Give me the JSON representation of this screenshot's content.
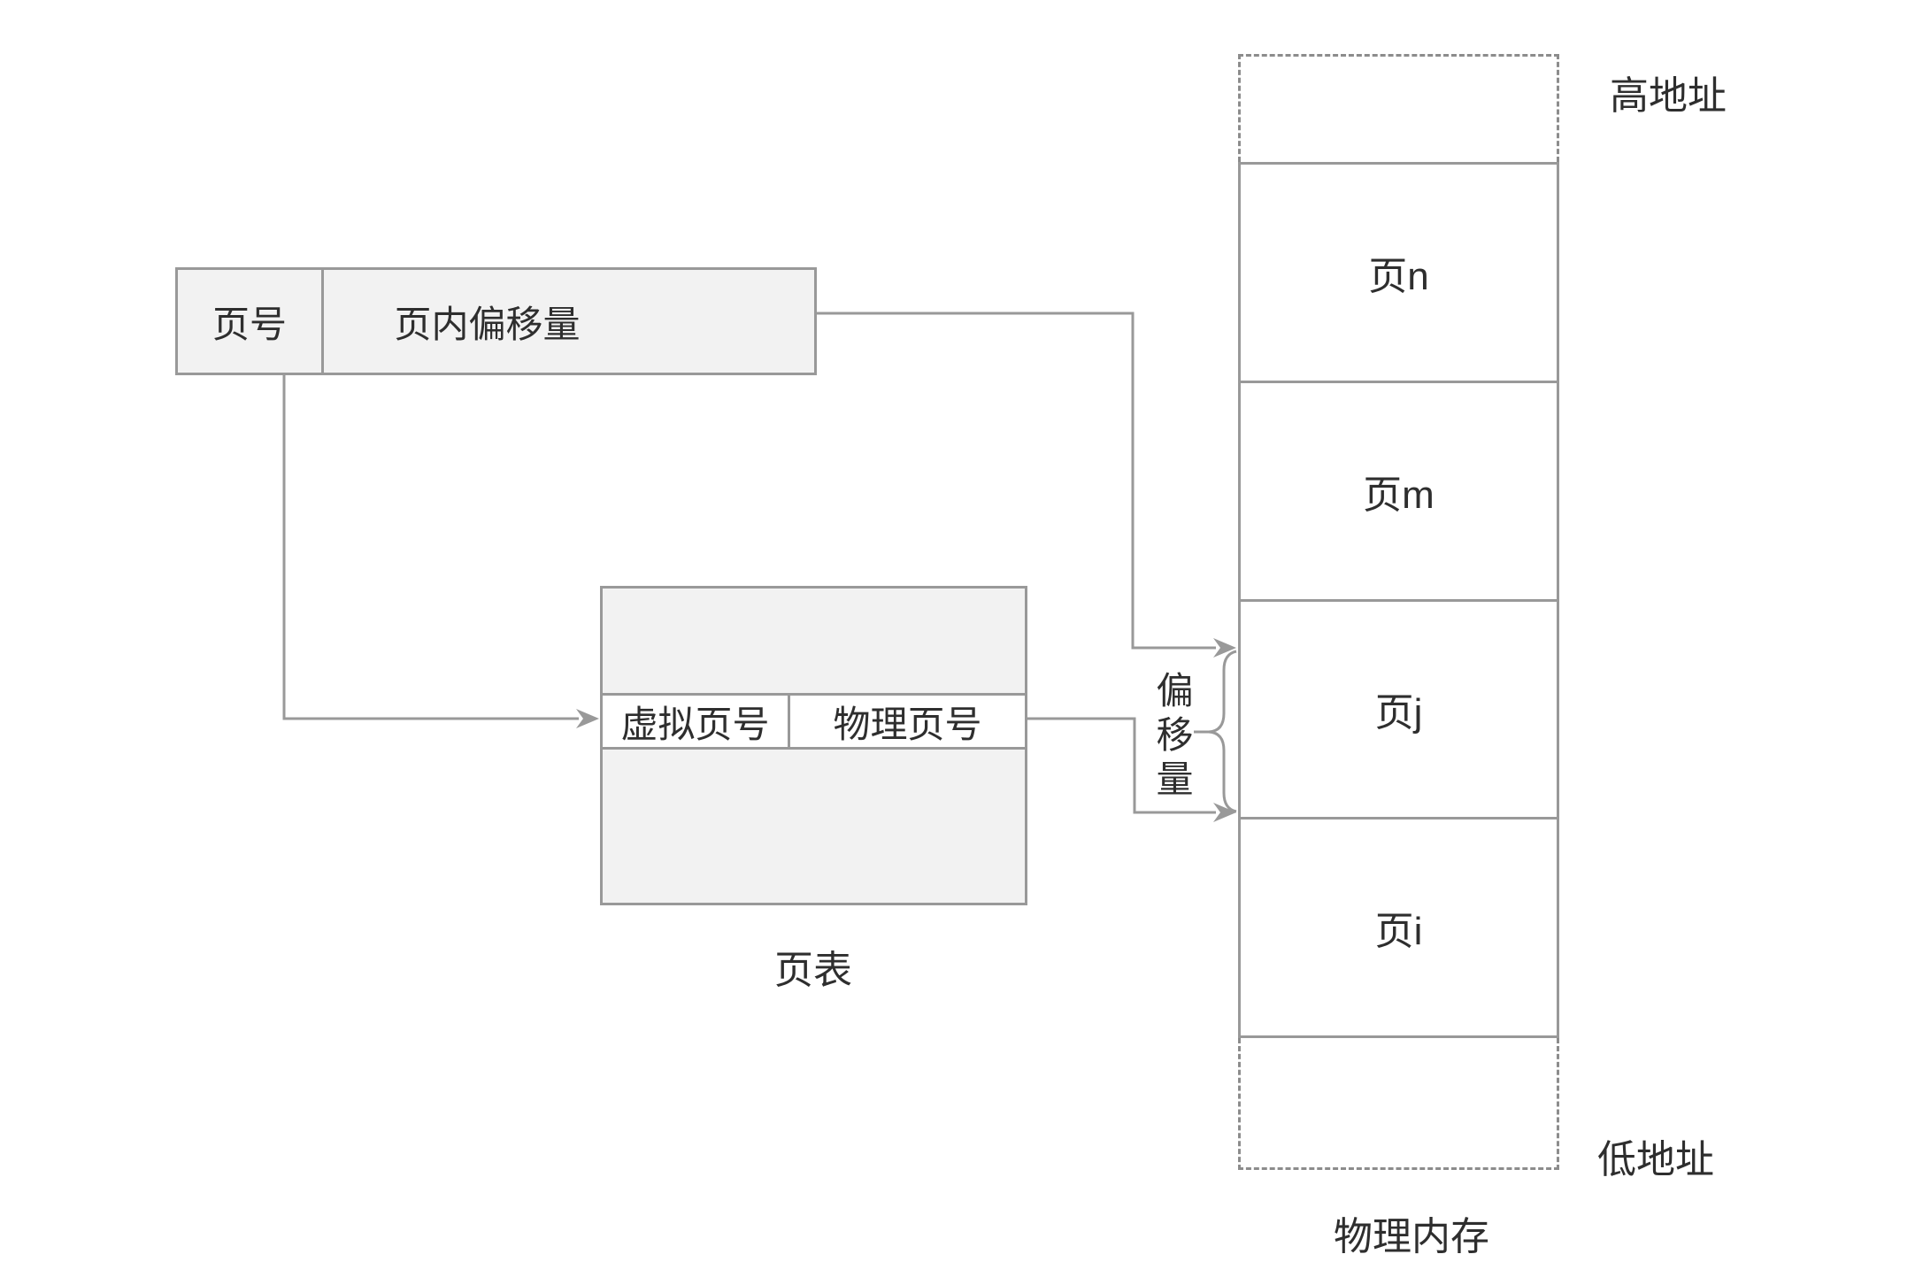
{
  "colors": {
    "line": "#999999",
    "box_fill": "#f2f2f2",
    "box_border": "#999999",
    "dashed_border": "#8c8c8c",
    "text": "#2e2e2e",
    "background": "#ffffff"
  },
  "virtual_address_box": {
    "page_number_label": "页号",
    "offset_label": "页内偏移量"
  },
  "page_table": {
    "virtual_page_label": "虚拟页号",
    "physical_page_label": "物理页号",
    "caption": "页表"
  },
  "offset_brace_label": "偏移量",
  "physical_memory": {
    "caption": "物理内存",
    "high_address_label": "高地址",
    "low_address_label": "低地址",
    "pages": [
      {
        "label": "页n"
      },
      {
        "label": "页m"
      },
      {
        "label": "页j"
      },
      {
        "label": "页i"
      }
    ]
  }
}
